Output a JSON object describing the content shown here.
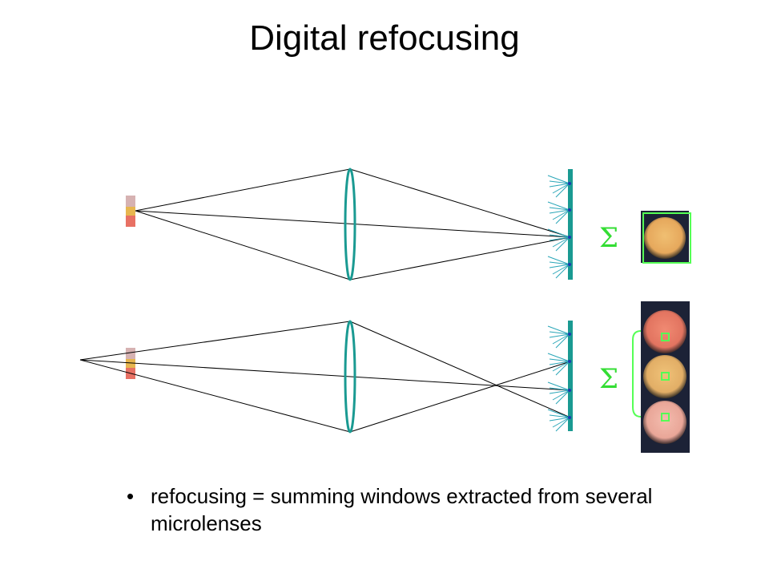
{
  "slide": {
    "title": "Digital refocusing",
    "bullet": "refocusing  =  summing windows extracted from several microlenses",
    "sigma_symbol": "Σ"
  },
  "colors": {
    "lens": "#1a9a92",
    "sensor": "#1a9a92",
    "microlens_dot": "#1a3ab0",
    "ray": "#000000",
    "fan": "#2aa6b8",
    "sigma": "#33dd33",
    "window_box": "#55ff55",
    "patch_bg": "#1c2236",
    "object_top": "#d6b2b2",
    "object_mid": "#e7b64f",
    "object_bottom": "#e87164",
    "disc_single": "#eab064",
    "disc_top": "#ec7d6a",
    "disc_mid": "#e8b66c",
    "disc_bottom": "#eeaca0"
  }
}
